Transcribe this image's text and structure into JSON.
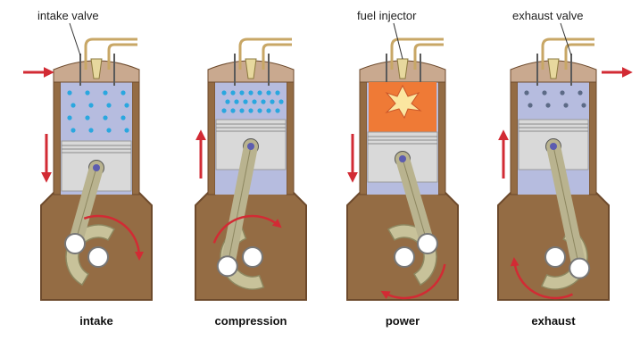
{
  "callouts": {
    "intake_valve": "intake valve",
    "fuel_injector": "fuel injector",
    "exhaust_valve": "exhaust valve"
  },
  "strokes": [
    {
      "label": "intake",
      "piston_direction": "down",
      "gas_flow": "in",
      "charge": "blue-dots"
    },
    {
      "label": "compression",
      "piston_direction": "up",
      "gas_flow": "none",
      "charge": "compressed-dots"
    },
    {
      "label": "power",
      "piston_direction": "down",
      "gas_flow": "none",
      "charge": "ignition-flash"
    },
    {
      "label": "exhaust",
      "piston_direction": "up",
      "gas_flow": "out",
      "charge": "grey-dots"
    }
  ],
  "colors": {
    "crankcase": "#946c44",
    "crankcase_edge": "#6d4a2c",
    "cylinder": "#b6bcdf",
    "head": "#c9a98f",
    "piston": "#d9d9d9",
    "rod": "#b9b38f",
    "arrow": "#d22b34",
    "intake_charge": "#2aa7df",
    "exhaust_charge": "#5c6a86",
    "combustion": "#ef7a36"
  }
}
